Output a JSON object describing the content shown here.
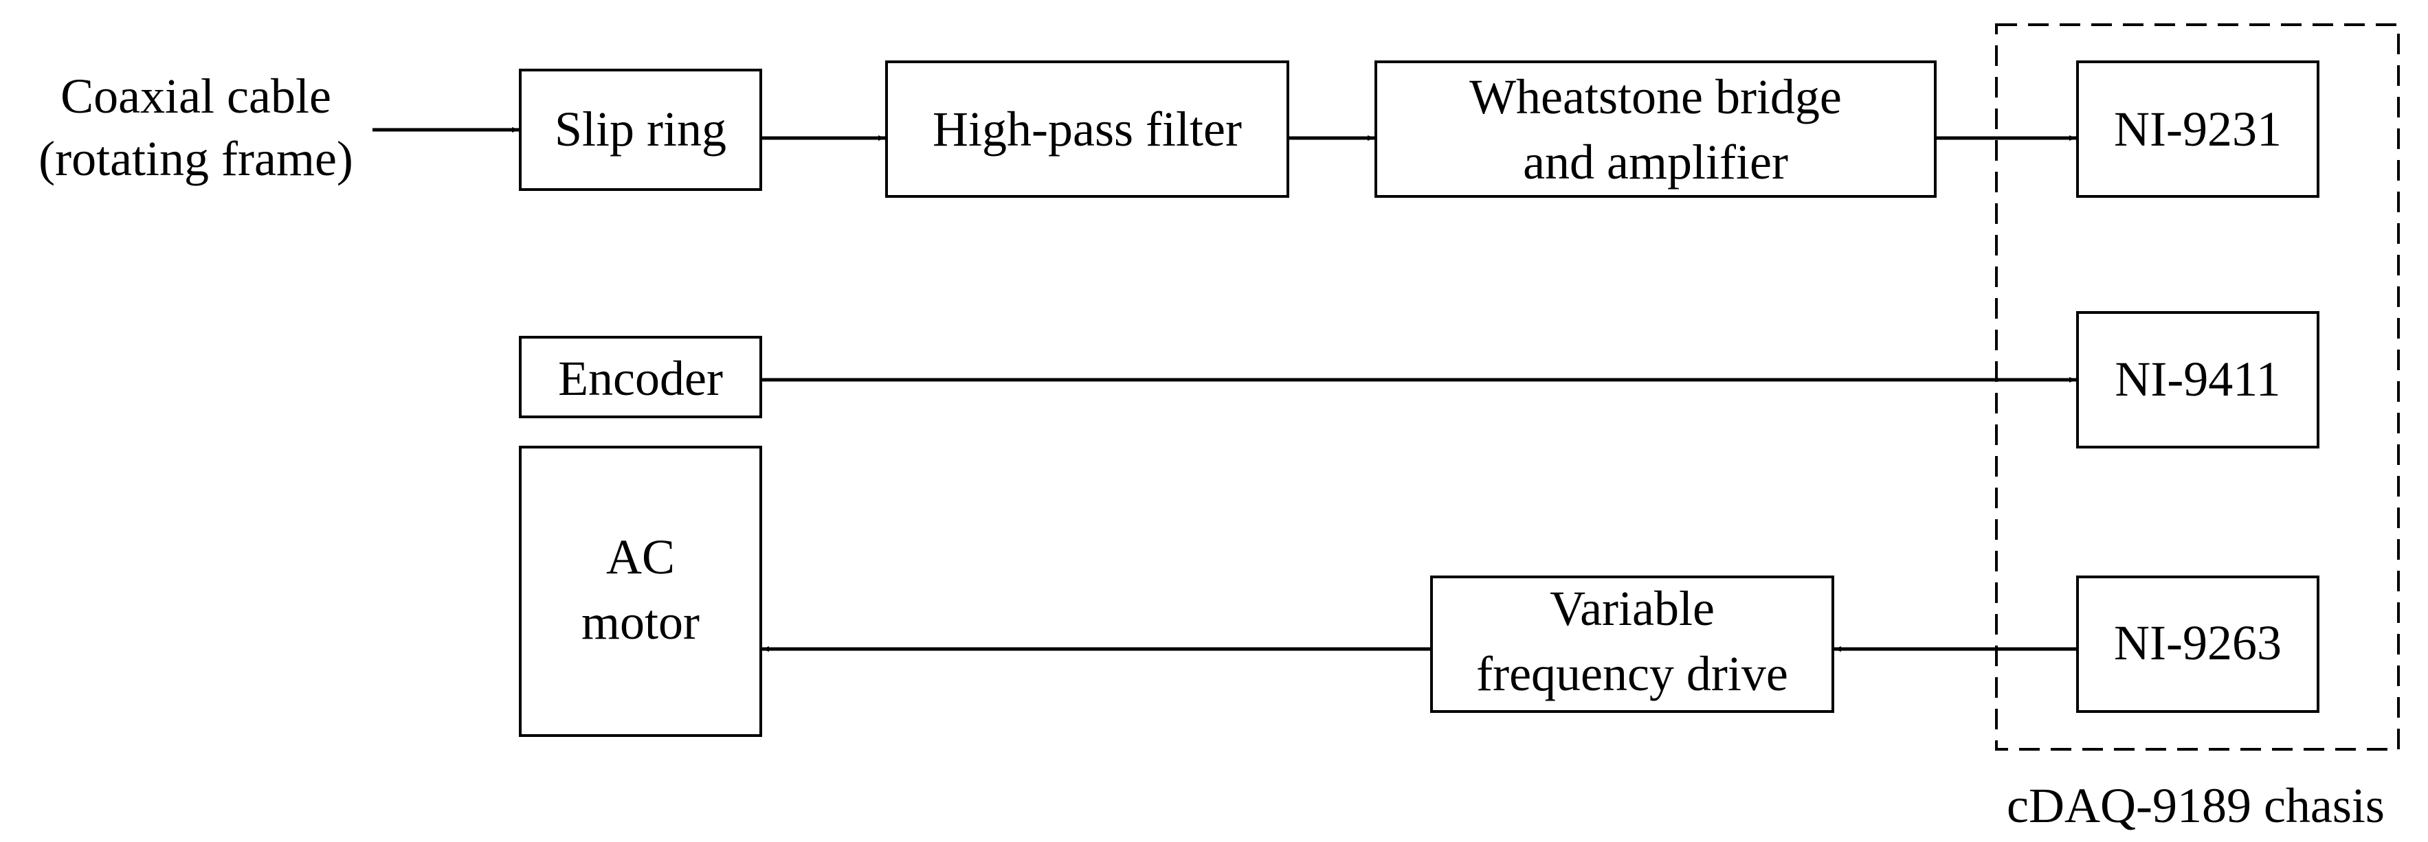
{
  "diagram": {
    "input_label": {
      "line1": "Coaxial cable",
      "line2": "(rotating frame)"
    },
    "blocks": {
      "slip_ring": "Slip ring",
      "high_pass_filter": "High-pass filter",
      "wheatstone": {
        "line1": "Wheatstone bridge",
        "line2": "and amplifier"
      },
      "ni_9231": "NI-9231",
      "encoder": "Encoder",
      "ni_9411": "NI-9411",
      "ac_motor": {
        "line1": "AC",
        "line2": "motor"
      },
      "vfd": {
        "line1": "Variable",
        "line2": "frequency drive"
      },
      "ni_9263": "NI-9263"
    },
    "chassis_label": "cDAQ-9189 chasis"
  }
}
